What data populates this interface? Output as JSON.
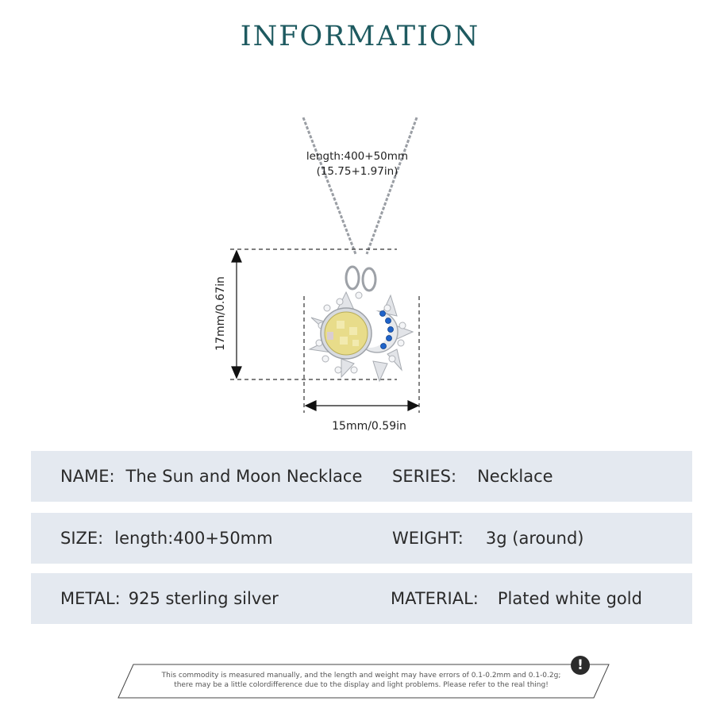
{
  "header": {
    "title": "INFORMATION"
  },
  "figure": {
    "chain_length_label": "length:400+50mm",
    "chain_length_inches": "(15.75+1.97in)",
    "height_label": "17mm/0.67in",
    "width_label": "15mm/0.59in",
    "colors": {
      "stone": "#e8dc8a",
      "moon_stones": "#1f63c9",
      "metal": "#c9ccd1"
    }
  },
  "specs": [
    {
      "left": {
        "key": "NAME:",
        "value": "The Sun and Moon Necklace"
      },
      "right": {
        "key": "SERIES:",
        "value": "Necklace"
      }
    },
    {
      "left": {
        "key": "SIZE:",
        "value": "length:400+50mm"
      },
      "right": {
        "key": "WEIGHT:",
        "value": "3g (around)"
      }
    },
    {
      "left": {
        "key": "METAL:",
        "value": "925 sterling silver"
      },
      "right": {
        "key": "MATERIAL:",
        "value": "Plated white gold"
      }
    }
  ],
  "notice": {
    "icon": "exclamation-icon",
    "line1": "This commodity is measured manually, and the length and weight may have errors of 0.1-0.2mm and 0.1-0.2g;",
    "line2": "there may be a little colordifference due to the display and light problems. Please refer to the real thing!"
  }
}
